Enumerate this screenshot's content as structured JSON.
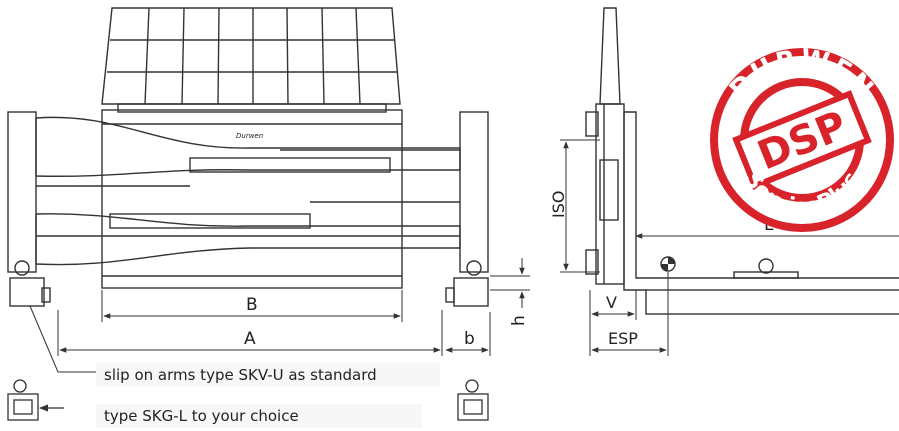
{
  "dimensions": {
    "A": "A",
    "B": "B",
    "b": "b",
    "h": "h",
    "iso": "ISO",
    "L": "L",
    "V": "V",
    "esp": "ESP"
  },
  "notes": {
    "standard": "slip on arms type SKV-U as standard",
    "choice": "type SKG-L to your choice"
  },
  "stamp": {
    "top_text": "DURWEN",
    "center_text": "DSP",
    "bottom_text": "ServicePlus",
    "color": "#d8232a"
  },
  "brand_plate": "Durwen"
}
